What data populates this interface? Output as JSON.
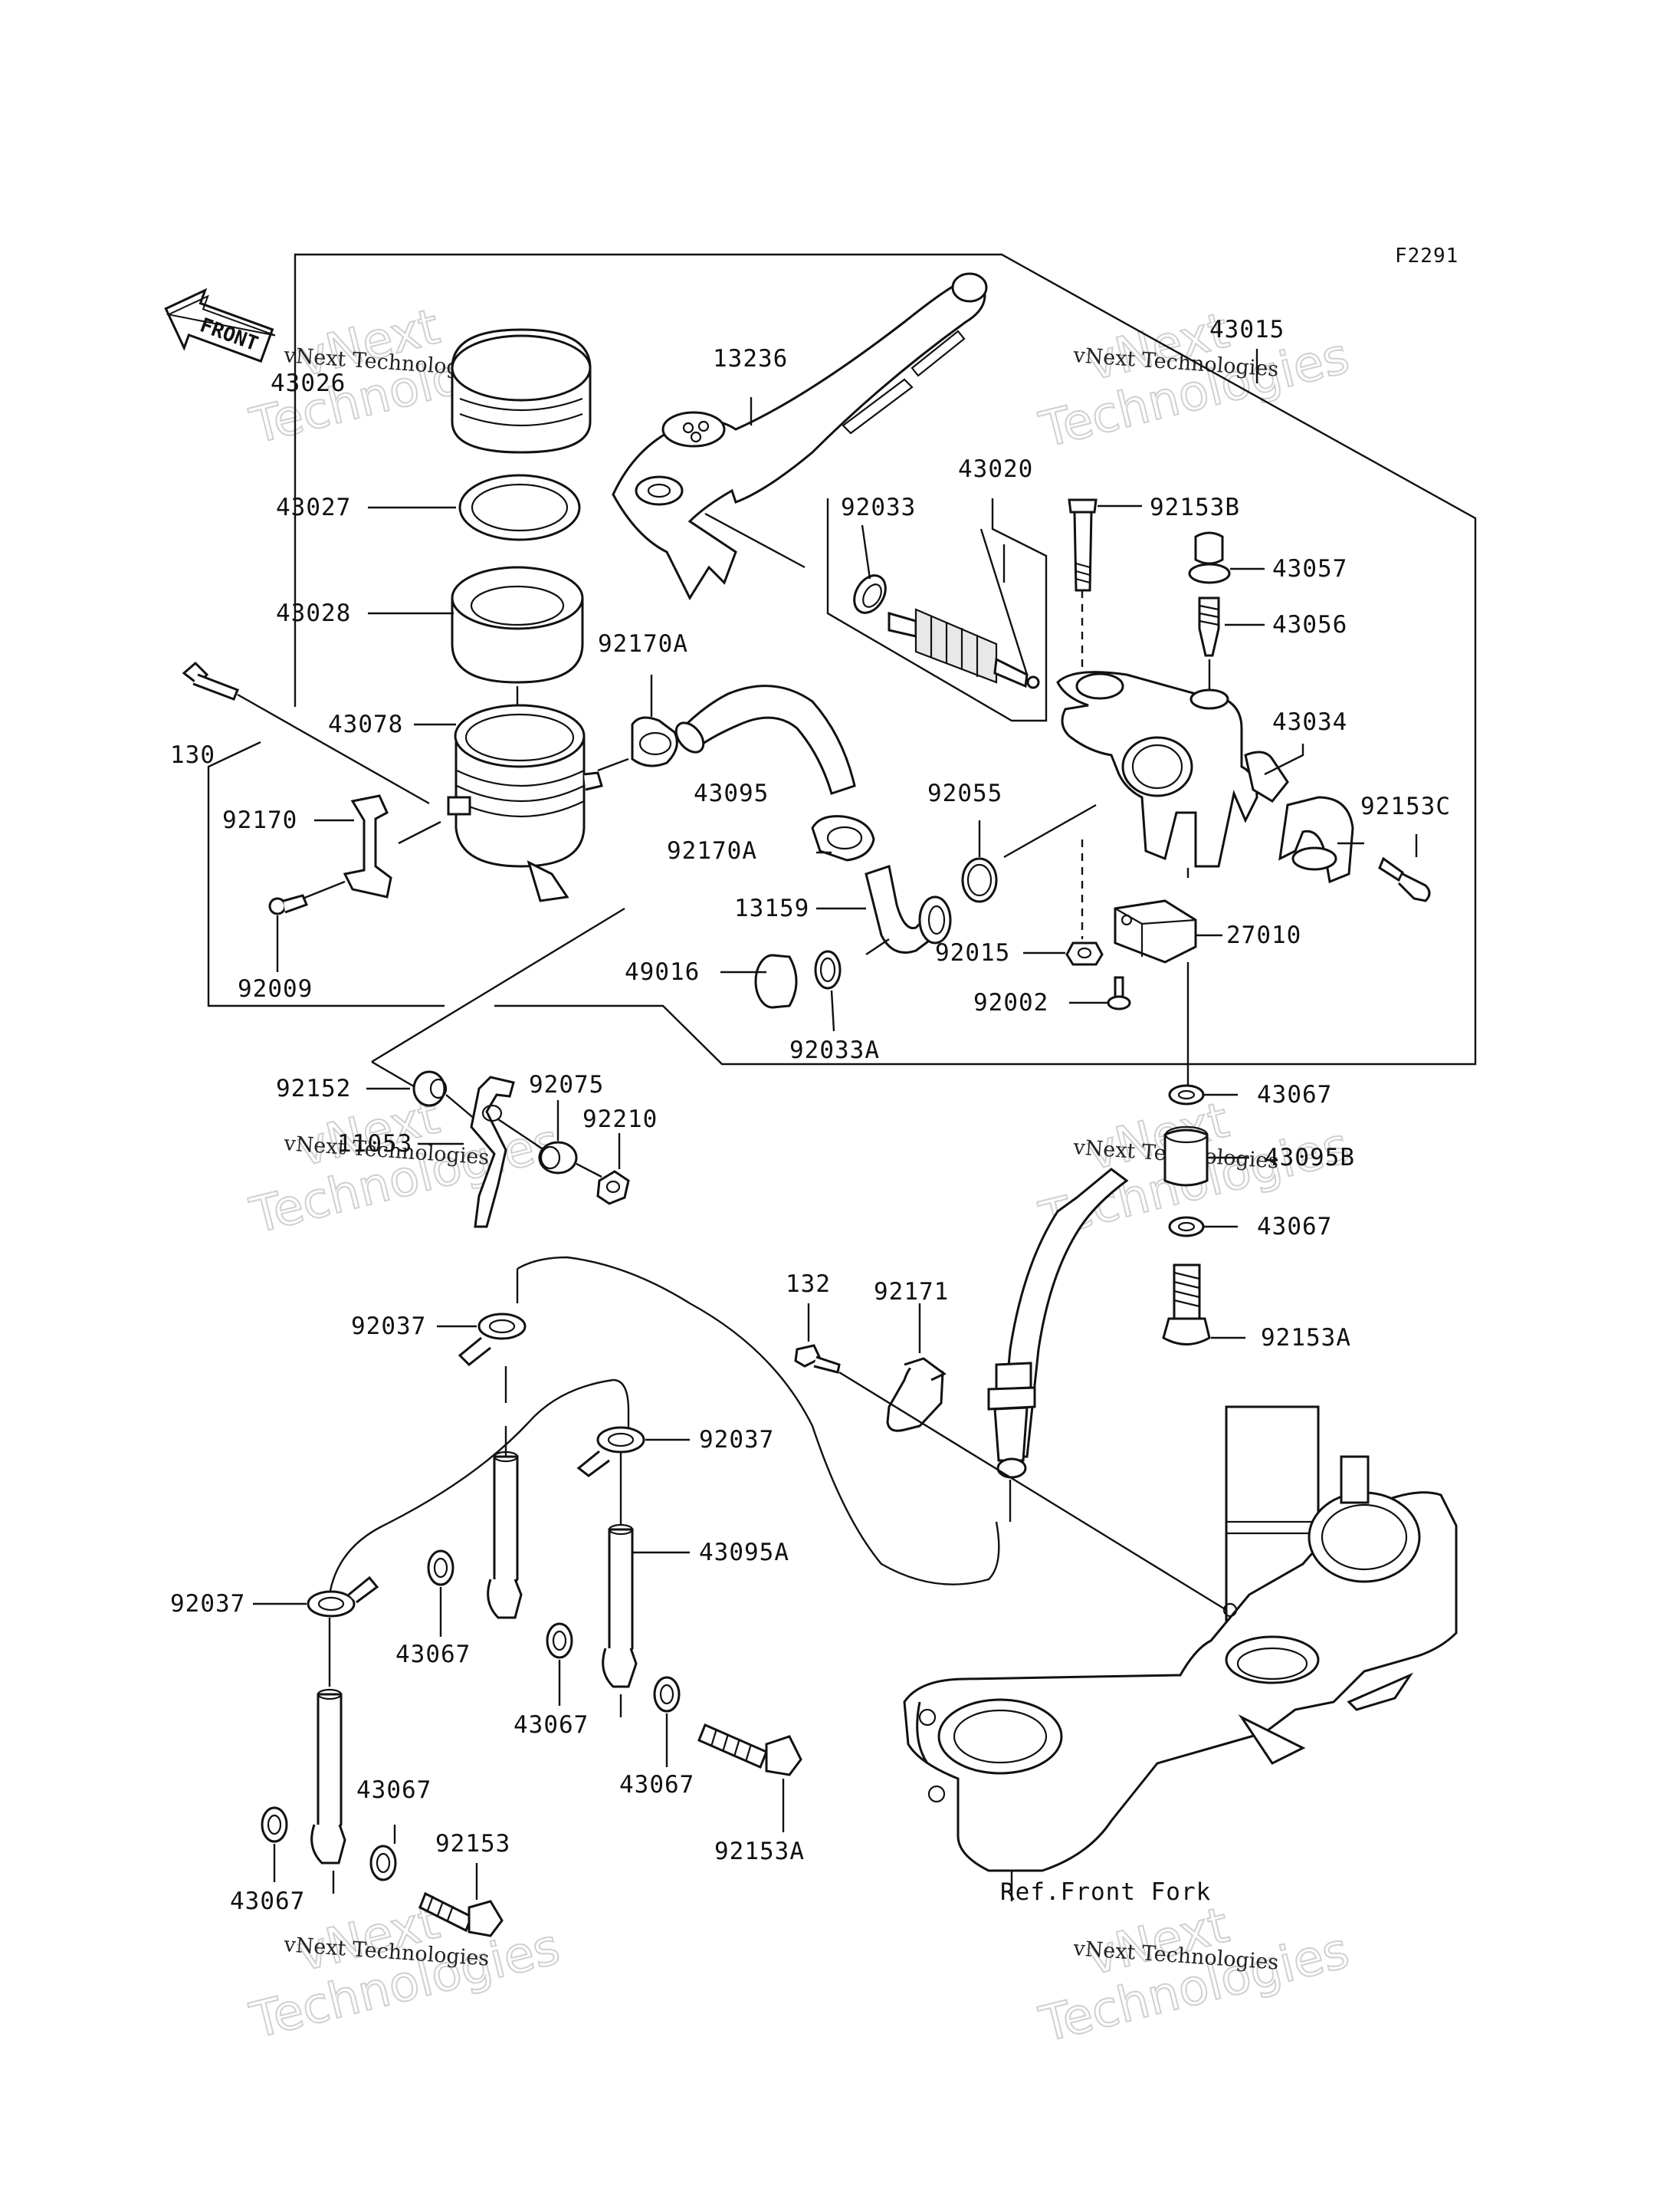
{
  "figure_code": "F2291",
  "direction_tag": "FRONT",
  "reference_note": "Ref.Front Fork",
  "watermark": {
    "line1": "vNext Technologies",
    "line2_a": "vNext",
    "line2_b": "Technologies"
  },
  "callouts": [
    {
      "id": "c43026",
      "number": "43026"
    },
    {
      "id": "c13236",
      "number": "13236"
    },
    {
      "id": "c43015",
      "number": "43015"
    },
    {
      "id": "c43027",
      "number": "43027"
    },
    {
      "id": "c43020",
      "number": "43020"
    },
    {
      "id": "c92033",
      "number": "92033"
    },
    {
      "id": "c92153B",
      "number": "92153B"
    },
    {
      "id": "c43057",
      "number": "43057"
    },
    {
      "id": "c43028",
      "number": "43028"
    },
    {
      "id": "c43056",
      "number": "43056"
    },
    {
      "id": "c92170A_top",
      "number": "92170A"
    },
    {
      "id": "c130",
      "number": "130"
    },
    {
      "id": "c43078",
      "number": "43078"
    },
    {
      "id": "c43034",
      "number": "43034"
    },
    {
      "id": "c43095",
      "number": "43095"
    },
    {
      "id": "c92055",
      "number": "92055"
    },
    {
      "id": "c92153C",
      "number": "92153C"
    },
    {
      "id": "c92170",
      "number": "92170"
    },
    {
      "id": "c92170A_low",
      "number": "92170A"
    },
    {
      "id": "c13159",
      "number": "13159"
    },
    {
      "id": "c27010",
      "number": "27010"
    },
    {
      "id": "c92015",
      "number": "92015"
    },
    {
      "id": "c49016",
      "number": "49016"
    },
    {
      "id": "c92009",
      "number": "92009"
    },
    {
      "id": "c92002",
      "number": "92002"
    },
    {
      "id": "c92033A",
      "number": "92033A"
    },
    {
      "id": "c43067_a",
      "number": "43067"
    },
    {
      "id": "c92152",
      "number": "92152"
    },
    {
      "id": "c92075",
      "number": "92075"
    },
    {
      "id": "c92210",
      "number": "92210"
    },
    {
      "id": "c11053",
      "number": "11053"
    },
    {
      "id": "c43095B",
      "number": "43095B"
    },
    {
      "id": "c43067_b",
      "number": "43067"
    },
    {
      "id": "c132",
      "number": "132"
    },
    {
      "id": "c92171",
      "number": "92171"
    },
    {
      "id": "c92153A_top",
      "number": "92153A"
    },
    {
      "id": "c92037_a",
      "number": "92037"
    },
    {
      "id": "c92037_b",
      "number": "92037"
    },
    {
      "id": "c43095A",
      "number": "43095A"
    },
    {
      "id": "c92037_c",
      "number": "92037"
    },
    {
      "id": "c43067_c",
      "number": "43067"
    },
    {
      "id": "c43067_d",
      "number": "43067"
    },
    {
      "id": "c43067_e",
      "number": "43067"
    },
    {
      "id": "c43067_f",
      "number": "43067"
    },
    {
      "id": "c92153",
      "number": "92153"
    },
    {
      "id": "c92153A_low",
      "number": "92153A"
    },
    {
      "id": "c43067_g",
      "number": "43067"
    }
  ]
}
